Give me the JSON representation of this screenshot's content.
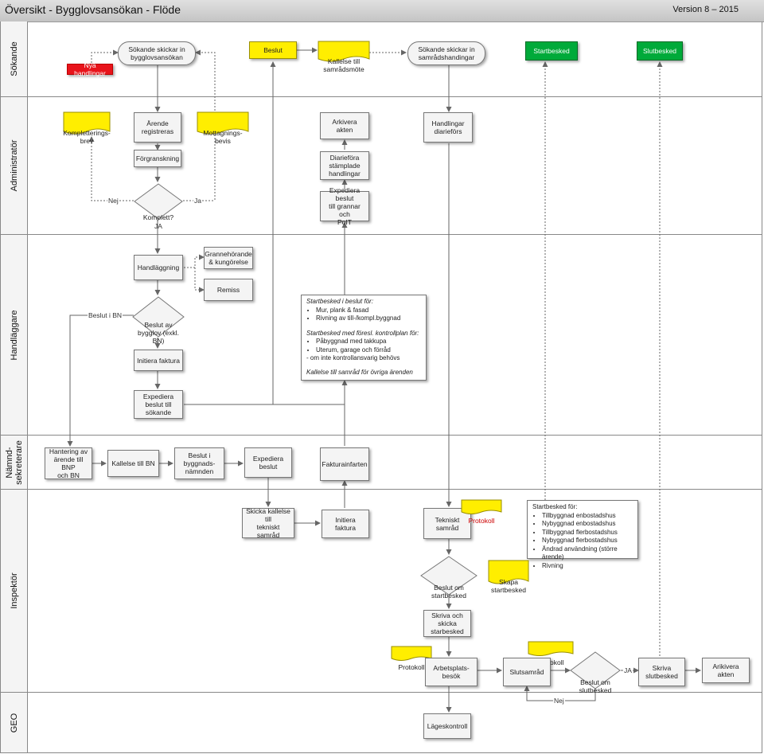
{
  "header": {
    "title": "Översikt - Bygglovsansökan - Flöde",
    "version": "Version 8 – 2015"
  },
  "lanes": [
    "Sökande",
    "Administratör",
    "Handläggare",
    "Nämnd-\nsekreterare",
    "Inspektör",
    "GEO"
  ],
  "colors": {
    "yellow": "#ffee00",
    "red": "#e8141b",
    "green": "#00aa3a",
    "lane_border": "#888888"
  },
  "nodes": {
    "nya_handlingar": "Nya handlingar",
    "sokande_skickar_ansokan": "Sökande skickar in\nbygglovsansökan",
    "beslut_green": "Beslut",
    "kallelse_samradsmote": "Kallelse till\nsamrådsmöte",
    "sokande_skickar_samrad": "Sökande skickar in\nsamrådshandingar",
    "startbesked_green": "Startbesked",
    "slutbesked_green": "Slutbesked",
    "kompletteringsbrev": "Kompletterings-\nbrev",
    "arende_registreras": "Ärende\nregistreras",
    "mottagningsbevis": "Mottagnings-\nbevis",
    "arkivera_akten": "Arkivera akten",
    "handlingar_diarieforts": "Handlingar\ndiarieförs",
    "forgranskning": "Förgranskning",
    "diariefora": "Diarieföra\nstämplade\nhandlingar",
    "komplett": "Komplett?",
    "expediera_grannar": "Expediera beslut\ntill grannar och\nPoIT",
    "handlaggning": "Handläggning",
    "grannehorande": "Grannehörande\n& kungörelse",
    "remiss": "Remiss",
    "beslut_av_bygglov": "Beslut av\nbygglov (exkl.\nBN)",
    "initiera_faktura_h": "Initiera faktura",
    "expediera_sokande": "Expediera\nbeslut till\nsökande",
    "hantering_bn": "Hantering av\närende till BNP\noch BN",
    "kallelse_bn": "Kallelse till BN",
    "beslut_byggnadsnamnden": "Beslut i\nbyggnads-\nnämnden",
    "expediera_beslut": "Expediera\nbeslut",
    "fakturainfarten": "Fakturainfarten",
    "skicka_kallelse": "Skicka kallelse till\ntekniskt samråd",
    "initiera_faktura_i": "Initiera faktura",
    "tekniskt_samrad": "Tekniskt samråd",
    "protokoll_1": "Protokoll",
    "beslut_om_startbesked": "Beslut om\nstartbesked",
    "skapa_startbesked": "Skapa\nstartbesked",
    "skriva_skicka": "Skriva och\nskicka\nstarbesked",
    "protokoll_2": "Protokoll",
    "arbetsplatsbesok": "Arbetsplats-\nbesök",
    "protokoll_3": "Protokoll",
    "slutsamrad": "Slutsamråd",
    "beslut_om_slutbesked": "Beslut om\nslutbesked",
    "skriva_slutbesked": "Skriva\nslutbesked",
    "arkivera_akten_2": "Arikivera akten",
    "lageskontroll": "Lägeskontroll"
  },
  "labels": {
    "nej_1": "Nej",
    "ja_1": "Ja",
    "ja_2": "JA",
    "beslut_i_bn": "Beslut i BN",
    "ja_3": "JA",
    "nej_2": "Nej"
  },
  "startbesked_box": {
    "heading_1": "Startbesked i beslut för:",
    "items_1": [
      "Mur, plank & fasad",
      "Rivning av till-/kompl.byggnad"
    ],
    "heading_2": "Startbesked med föresl. kontrollplan för:",
    "items_2": [
      "Påbyggnad med takkupa",
      "Uterum, garage och förråd"
    ],
    "note": "- om inte kontrollansvarig behövs",
    "footer": "Kallelse till samråd för övriga ärenden"
  },
  "startbesked_for_box": {
    "heading": "Startbesked för:",
    "items": [
      "Tillbyggnad enbostadshus",
      "Nybyggnad enbostadshus",
      "Tillbyggnad flerbostadshus",
      "Nybyggnad flerbostadshus",
      "Ändrad användning (större ärende)",
      "Rivning"
    ]
  }
}
